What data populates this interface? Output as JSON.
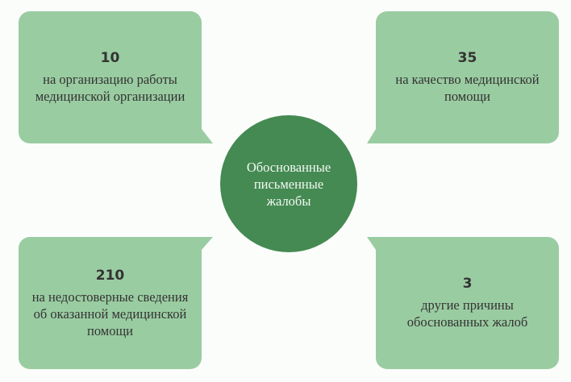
{
  "center": {
    "title": "Обоснованные письменные жалобы"
  },
  "boxes": [
    {
      "number": "10",
      "text": "на организацию работы медицинской организации"
    },
    {
      "number": "35",
      "text": "на качество медицинской помощи"
    },
    {
      "number": "210",
      "text": "на недостоверные сведения об оказанной медицинской помощи"
    },
    {
      "number": "3",
      "text": "другие причины обоснованных жалоб"
    }
  ],
  "colors": {
    "box": "#9acca1",
    "center": "#448a52"
  }
}
